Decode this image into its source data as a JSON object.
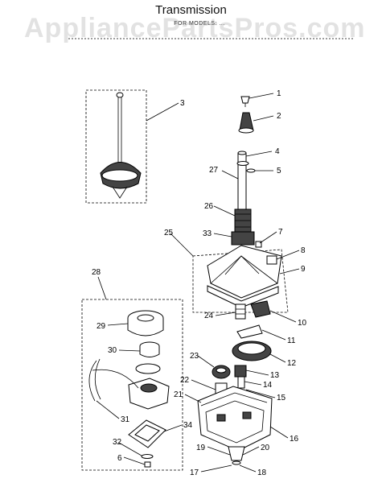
{
  "title": "Transmission",
  "subtitle": "FOR MODELS: ...",
  "watermark": "AppliancePartsPros.com",
  "callouts": [
    {
      "id": "c1",
      "text": "1"
    },
    {
      "id": "c2",
      "text": "2"
    },
    {
      "id": "c3",
      "text": "3"
    },
    {
      "id": "c4",
      "text": "4"
    },
    {
      "id": "c5",
      "text": "5"
    },
    {
      "id": "c6",
      "text": "6"
    },
    {
      "id": "c7",
      "text": "7"
    },
    {
      "id": "c8",
      "text": "8"
    },
    {
      "id": "c9",
      "text": "9"
    },
    {
      "id": "c10",
      "text": "10"
    },
    {
      "id": "c11",
      "text": "11"
    },
    {
      "id": "c12",
      "text": "12"
    },
    {
      "id": "c13",
      "text": "13"
    },
    {
      "id": "c14",
      "text": "14"
    },
    {
      "id": "c15",
      "text": "15"
    },
    {
      "id": "c16",
      "text": "16"
    },
    {
      "id": "c17",
      "text": "17"
    },
    {
      "id": "c18",
      "text": "18"
    },
    {
      "id": "c19",
      "text": "19"
    },
    {
      "id": "c20",
      "text": "20"
    },
    {
      "id": "c21",
      "text": "21"
    },
    {
      "id": "c22",
      "text": "22"
    },
    {
      "id": "c23",
      "text": "23"
    },
    {
      "id": "c24",
      "text": "24"
    },
    {
      "id": "c25",
      "text": "25"
    },
    {
      "id": "c26",
      "text": "26"
    },
    {
      "id": "c27",
      "text": "27"
    },
    {
      "id": "c28",
      "text": "28"
    },
    {
      "id": "c29",
      "text": "29"
    },
    {
      "id": "c30",
      "text": "30"
    },
    {
      "id": "c31",
      "text": "31"
    },
    {
      "id": "c32",
      "text": "32"
    },
    {
      "id": "c33",
      "text": "33"
    },
    {
      "id": "c34",
      "text": "34"
    }
  ]
}
